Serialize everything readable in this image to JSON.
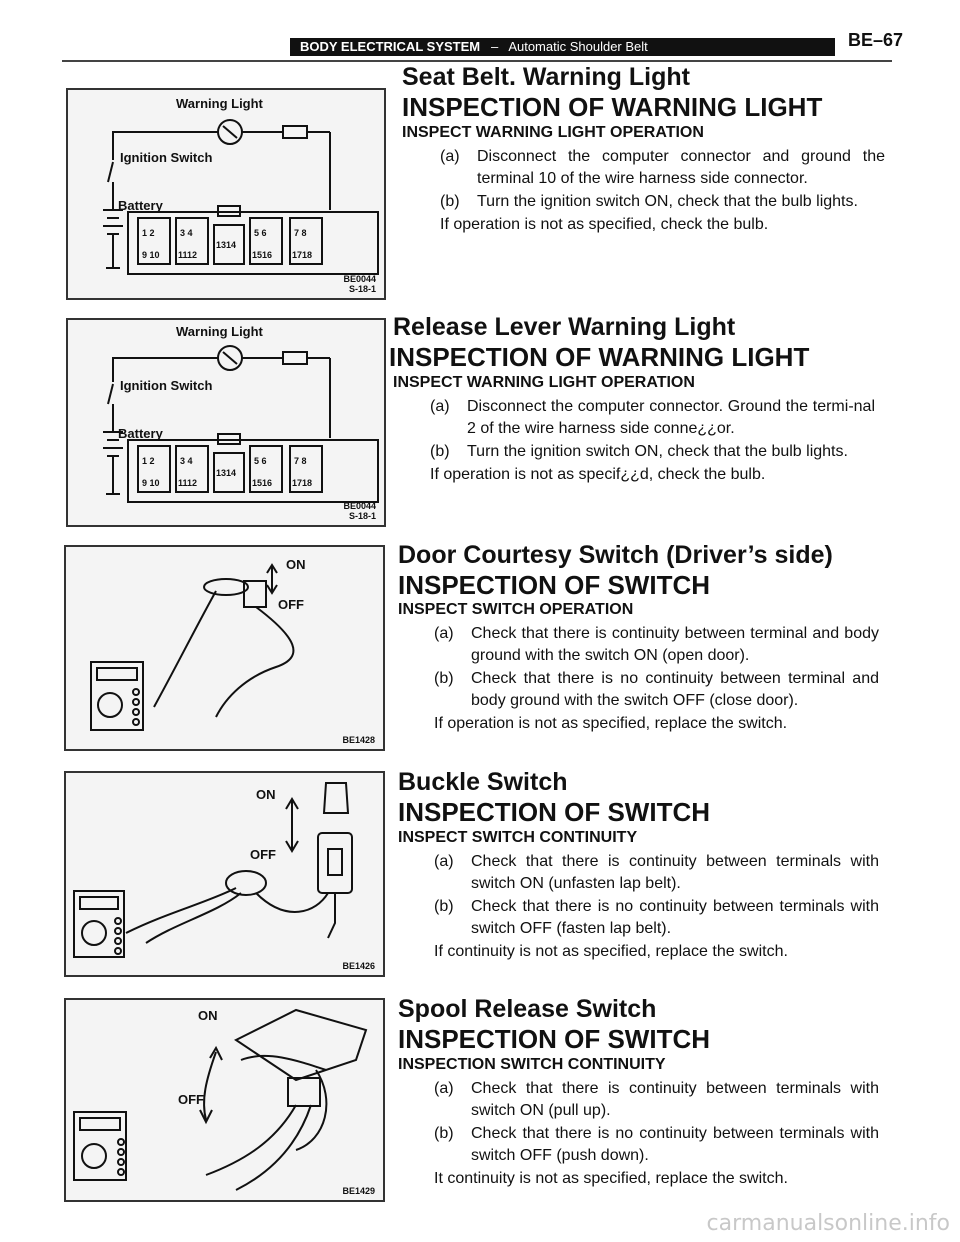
{
  "header": {
    "section": "BODY ELECTRICAL SYSTEM",
    "separator": "–",
    "topic": "Automatic Shoulder Belt",
    "page": "BE–67"
  },
  "sections": [
    {
      "title": "Seat Belt. Warning Light",
      "heading": "INSPECTION OF WARNING LIGHT",
      "subheading": "INSPECT WARNING LIGHT OPERATION",
      "steps": [
        {
          "label": "(a)",
          "text": "Disconnect the computer connector and ground the terminal 10 of the wire harness side connector."
        },
        {
          "label": "(b)",
          "text": "Turn the ignition switch ON, check that the bulb lights."
        }
      ],
      "note": "If operation is not as specified, check the bulb.",
      "figure": {
        "labels": [
          "Warning Light",
          "Ignition Switch",
          "Battery"
        ],
        "code1": "BE0044",
        "code2": "S-18-1"
      }
    },
    {
      "title": "Release Lever Warning Light",
      "heading": "INSPECTION OF WARNING LIGHT",
      "subheading": "INSPECT WARNING LIGHT OPERATION",
      "steps": [
        {
          "label": "(a)",
          "text": "Disconnect the computer connector. Ground the termi-nal 2 of the wire harness side conne¿¿or."
        },
        {
          "label": "(b)",
          "text": "Turn the ignition switch ON, check that the bulb lights."
        }
      ],
      "note": "If operation is not as specif¿¿d, check the bulb.",
      "figure": {
        "labels": [
          "Warning Light",
          "Ignition Switch",
          "Battery"
        ],
        "code1": "BE0044",
        "code2": "S-18-1"
      }
    },
    {
      "title": "Door Courtesy Switch (Driver’s side)",
      "heading": "INSPECTION OF SWITCH",
      "subheading": "INSPECT SWITCH OPERATION",
      "steps": [
        {
          "label": "(a)",
          "text": "Check that there is continuity between terminal and body ground with the switch ON (open door)."
        },
        {
          "label": "(b)",
          "text": "Check that there is no continuity between terminal and body ground with the switch OFF (close door)."
        }
      ],
      "note": "If operation is not as specified, replace the switch.",
      "figure": {
        "labels": [
          "ON",
          "OFF"
        ],
        "code1": "BE1428"
      }
    },
    {
      "title": "Buckle Switch",
      "heading": "INSPECTION OF SWITCH",
      "subheading": "INSPECT SWITCH CONTINUITY",
      "steps": [
        {
          "label": "(a)",
          "text": "Check that there is continuity between terminals with switch ON (unfasten lap belt)."
        },
        {
          "label": "(b)",
          "text": "Check that there is no continuity between terminals with switch OFF (fasten lap belt)."
        }
      ],
      "note": "If continuity is not as specified, replace the switch.",
      "figure": {
        "labels": [
          "ON",
          "OFF"
        ],
        "code1": "BE1426"
      }
    },
    {
      "title": "Spool Release Switch",
      "heading": "INSPECTION OF SWITCH",
      "subheading": "INSPECTION SWITCH CONTINUITY",
      "steps": [
        {
          "label": "(a)",
          "text": "Check that there is continuity between terminals with switch ON (pull up)."
        },
        {
          "label": "(b)",
          "text": "Check that there is no continuity between terminals with switch OFF (push down)."
        }
      ],
      "note": "It continuity is not as specified, replace the switch.",
      "figure": {
        "labels": [
          "ON",
          "OFF"
        ],
        "code1": "BE1429"
      }
    }
  ],
  "watermark": "carmanualsonline.info"
}
